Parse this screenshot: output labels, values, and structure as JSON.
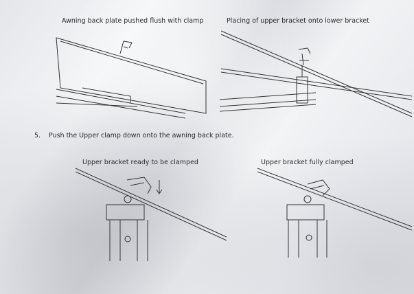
{
  "captions": {
    "top_left": "Awning back plate pushed flush with clamp",
    "top_right": "Placing of upper bracket onto lower bracket",
    "bottom_left": "Upper bracket ready to be clamped",
    "bottom_right": "Upper bracket fully clamped"
  },
  "step": {
    "number": "5.",
    "text": "Push the Upper clamp down onto the awning back plate."
  }
}
